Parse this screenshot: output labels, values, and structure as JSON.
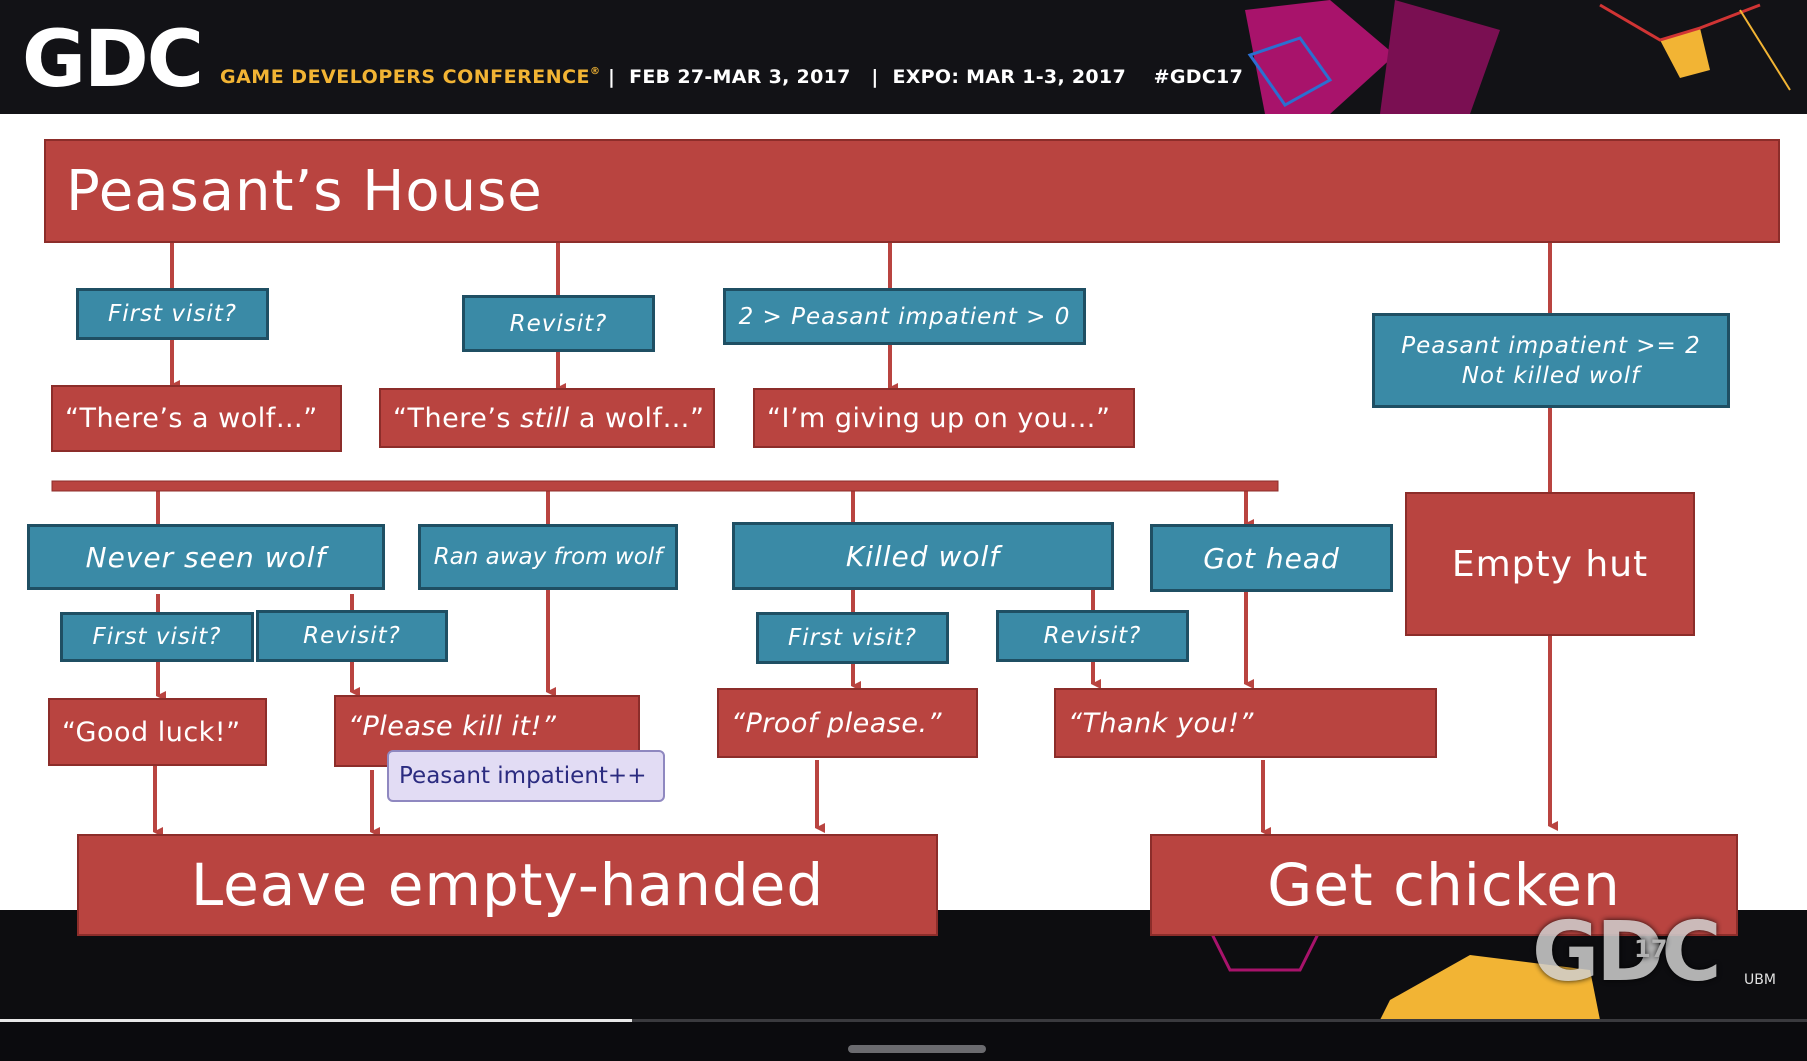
{
  "header": {
    "logo_text": "GDC",
    "conference_name": "GAME DEVELOPERS CONFERENCE",
    "conference_mark": "®",
    "dates_line": "|  FEB 27-MAR 3, 2017   |  EXPO: MAR 1-3, 2017    #GDC17"
  },
  "diagram": {
    "title": "Peasant’s House",
    "conditions": {
      "first_visit": "First visit?",
      "revisit": "Revisit?",
      "impatient_range": "2 > Peasant impatient > 0",
      "impatient_high_line1": "Peasant impatient >= 2",
      "impatient_high_line2": "Not killed wolf"
    },
    "greetings": {
      "wolf": "“There’s a wolf…”",
      "still_prefix": "“There’s ",
      "still_word": "still",
      "still_suffix": " a wolf…”",
      "giving_up": "“I’m giving up on you…”"
    },
    "states": {
      "never_seen": "Never seen wolf",
      "ran_away": "Ran away from wolf",
      "killed": "Killed wolf",
      "got_head": "Got head",
      "empty_hut": "Empty hut"
    },
    "sub_conditions": {
      "never_first": "First visit?",
      "never_revisit": "Revisit?",
      "killed_first": "First visit?",
      "killed_revisit": "Revisit?"
    },
    "responses": {
      "good_luck": "“Good luck!”",
      "please_kill": "“Please kill it!”",
      "proof": "“Proof please.”",
      "thank_you": "“Thank you!”"
    },
    "side_effect": "Peasant impatient++",
    "outcomes": {
      "leave": "Leave empty-handed",
      "chicken": "Get chicken"
    }
  },
  "watermark": {
    "logo": "GDC",
    "year": "17",
    "sponsor": "UBM"
  },
  "player": {
    "progress": 0.35
  },
  "colors": {
    "red_box": "#b94440",
    "blue_box": "#3a8aa6",
    "note": "#e2dcf4",
    "accent_gold": "#f2b434"
  }
}
